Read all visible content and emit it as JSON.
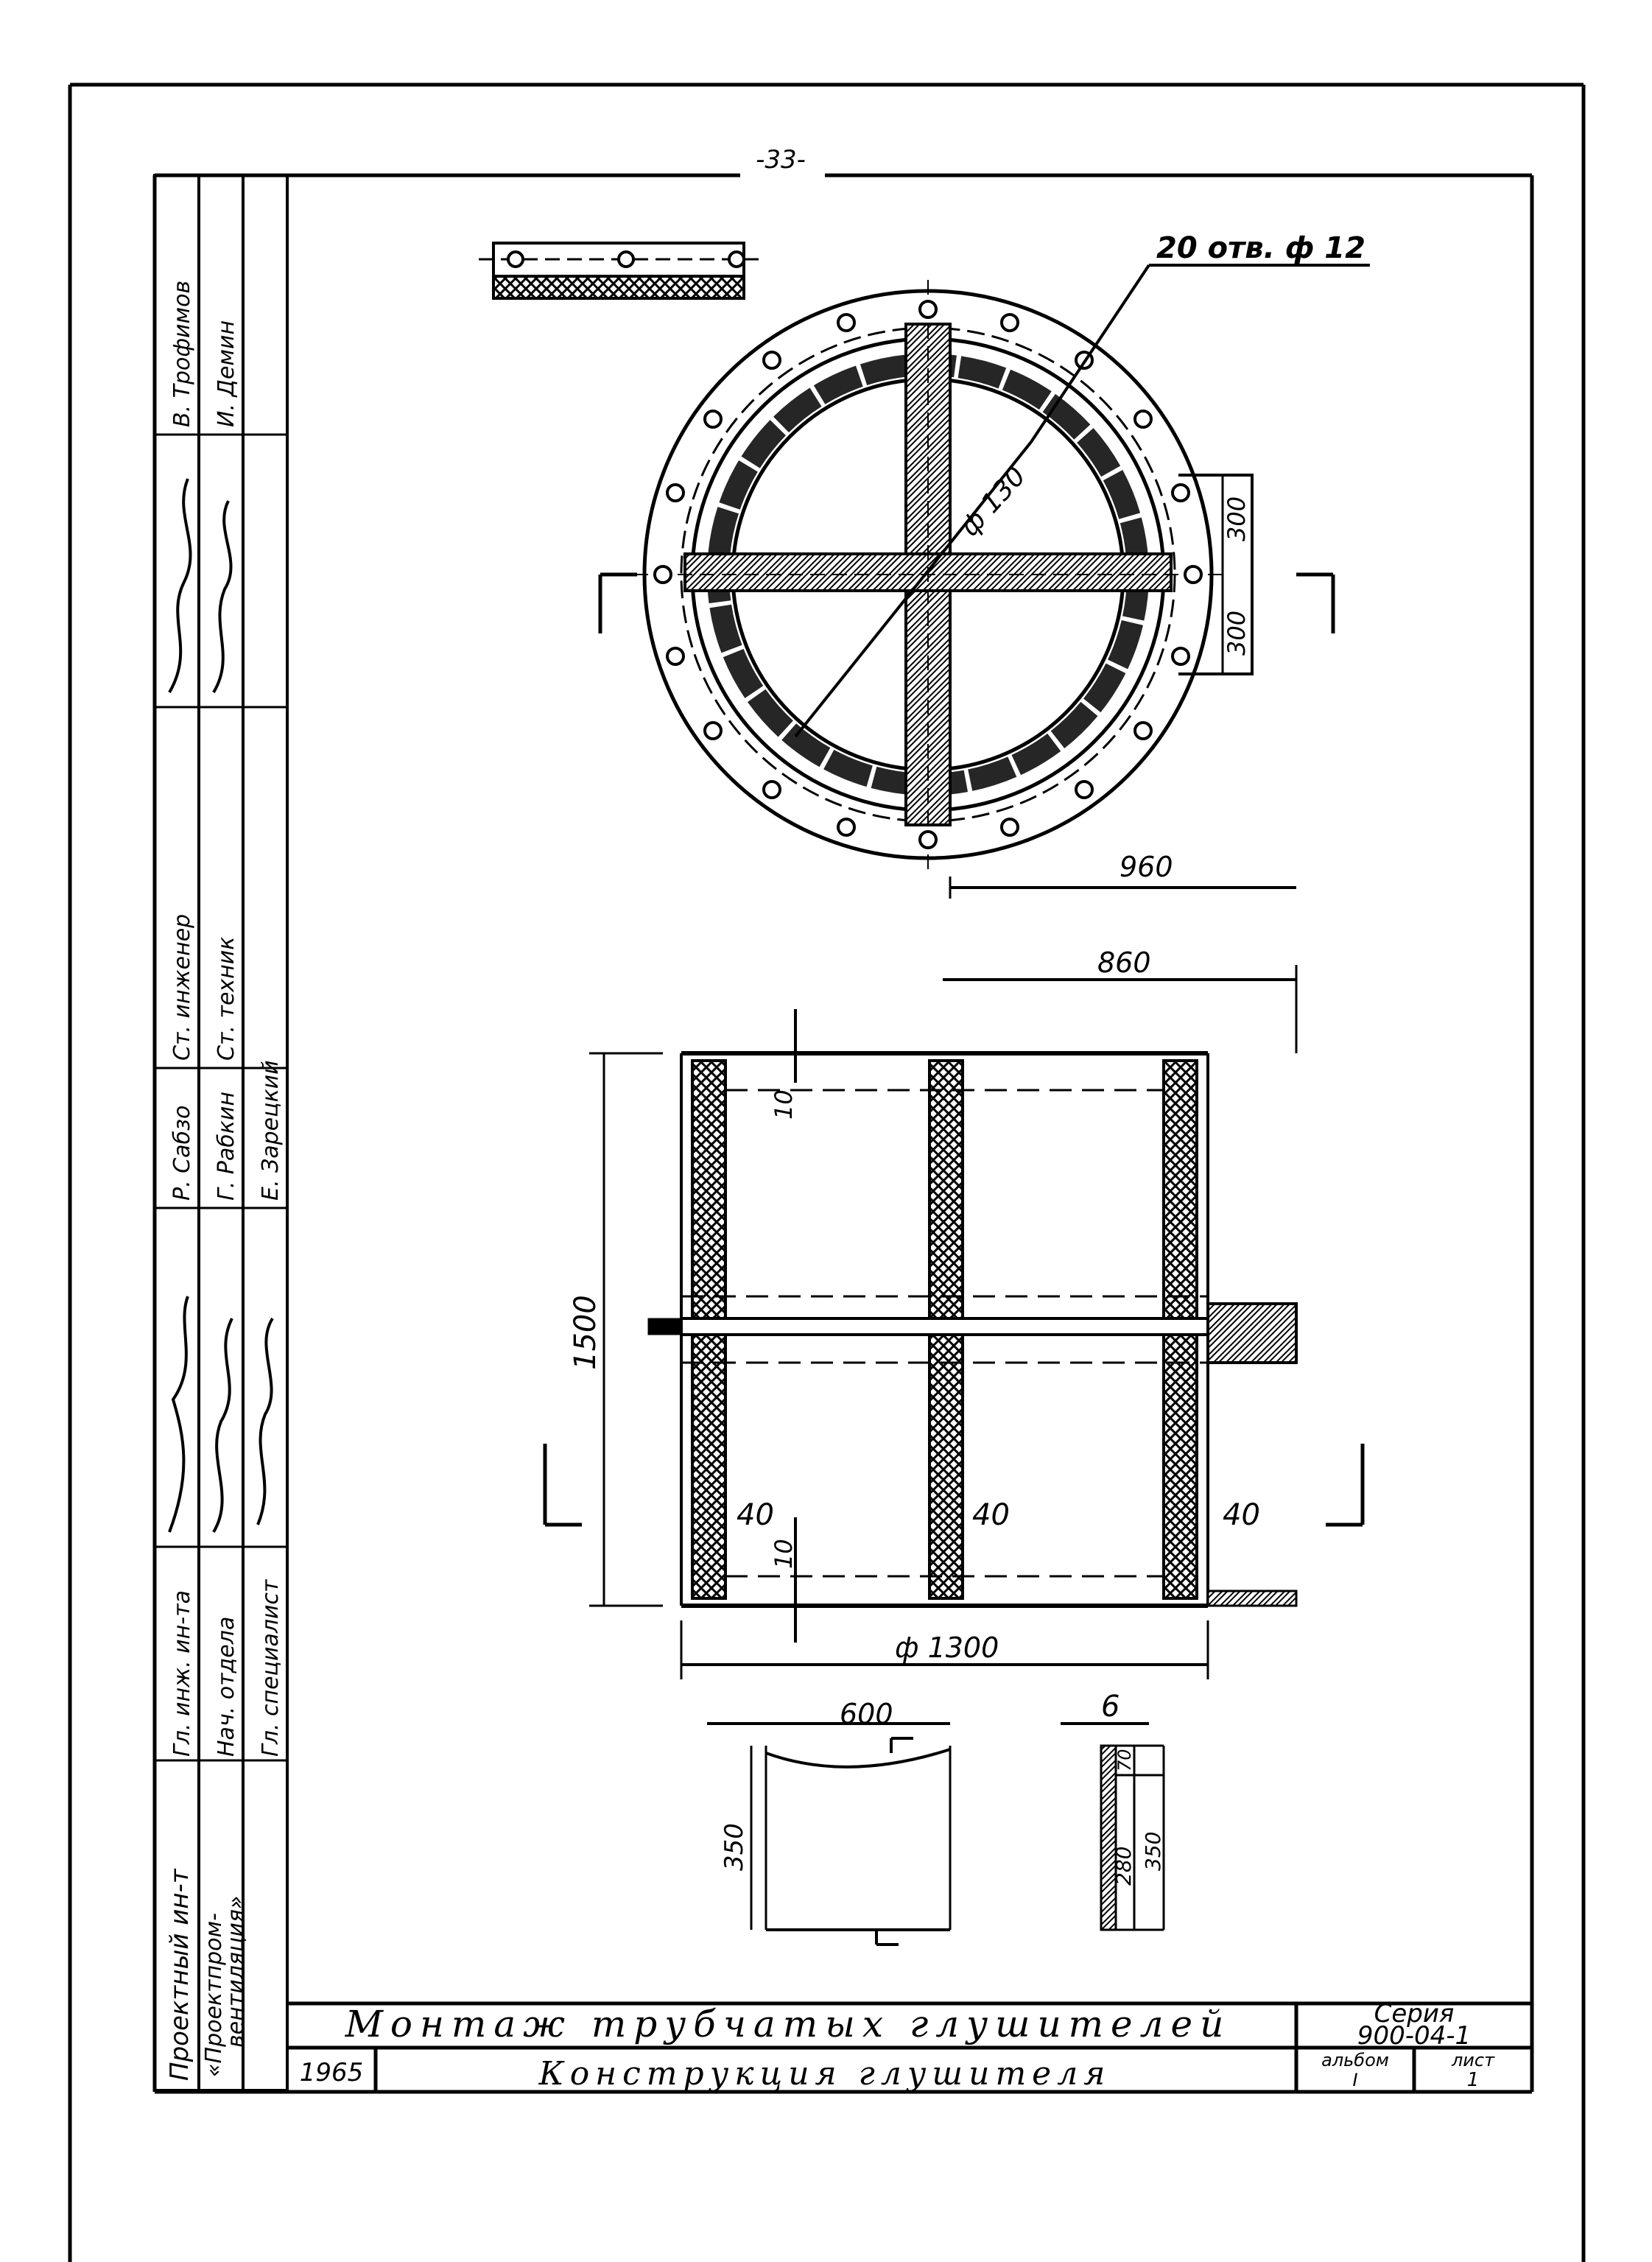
{
  "page_number": "-33-",
  "top_view": {
    "holes_label": "20 отв. ф 12",
    "diameter_label": "ф 130",
    "dim_300_a": "300",
    "dim_300_b": "300",
    "dim_960": "960"
  },
  "side_view": {
    "dim_860": "860",
    "dim_1500": "1500",
    "dim_10_top": "10",
    "dim_10_bottom": "10",
    "dim_40_left": "40",
    "dim_40_mid": "40",
    "dim_40_right": "40",
    "dim_phi_1300": "ф 1300"
  },
  "detail_views": {
    "dim_600": "600",
    "dim_350_left": "350",
    "dim_6": "6",
    "dim_70": "70",
    "dim_280": "280",
    "dim_350_right": "350"
  },
  "title_block": {
    "institute_line1": "Проектный ин-т",
    "institute_line2": "«Проектпром-",
    "institute_line3": "вентиляция»",
    "roles": [
      "Гл. инж. ин-та",
      "Нач. отдела",
      "Гл. специалист"
    ],
    "names_1": [
      "Р. Сабзо",
      "Г. Рабкин",
      "Е. Зарецкий"
    ],
    "roles_2": [
      "Ст. инженер",
      "Ст. техник"
    ],
    "names_2": [
      "В. Трофимов",
      "И. Демин"
    ],
    "main_title": "Монтаж трубчатых глушителей",
    "sub_title": "Конструкция глушителя",
    "year": "1965",
    "series_label": "Серия",
    "series_value": "900-04-1",
    "album_label": "альбом",
    "album_value": "I",
    "sheet_label": "лист",
    "sheet_value": "1"
  }
}
